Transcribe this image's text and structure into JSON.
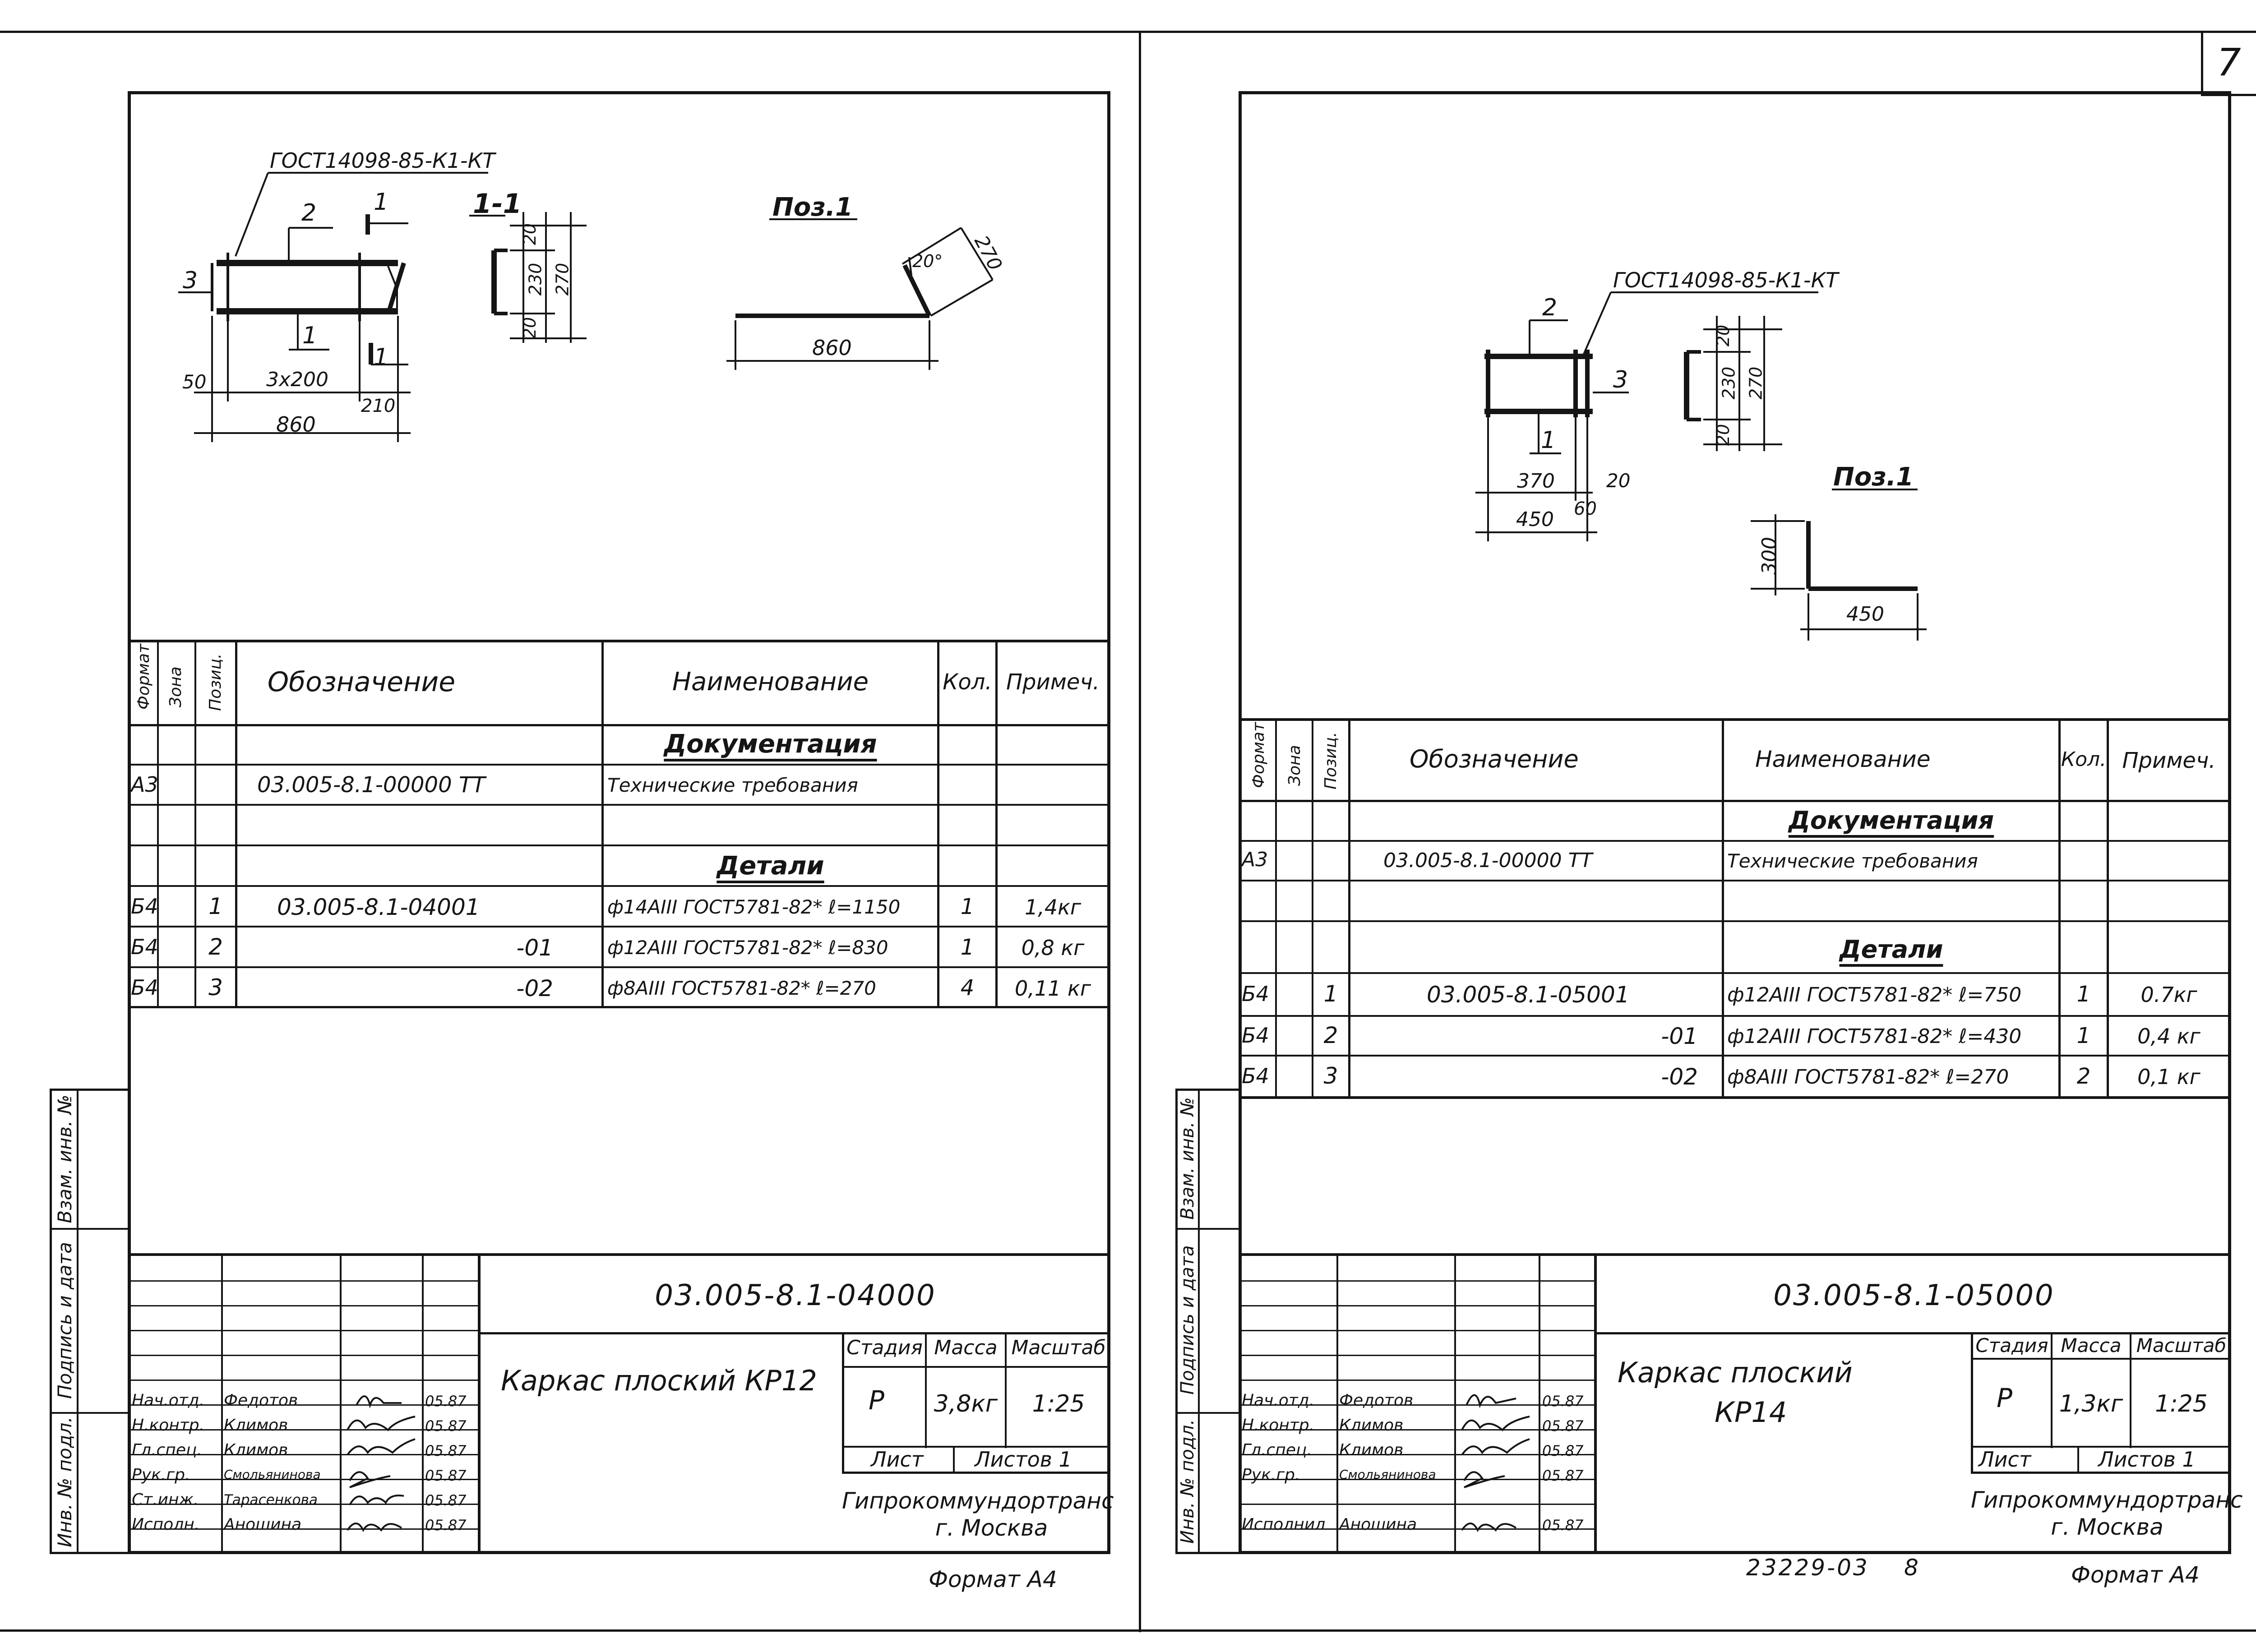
{
  "page_number": "7",
  "bottom_code": "23229-03",
  "bottom_num": "8",
  "sheets": [
    {
      "id": "kp12",
      "drawing": {
        "gost": "ГОСТ14098-85-К1-КТ",
        "section": "1-1",
        "pos_title": "Поз.1",
        "callouts": {
          "n2": "2",
          "n1a": "1",
          "n3": "3",
          "n1b": "1",
          "n1c": "1"
        },
        "dims": {
          "d50": "50",
          "d3x200": "3х200",
          "d210": "210",
          "d860": "860",
          "s20a": "20",
          "s230": "230",
          "s270": "270",
          "s20b": "20",
          "p20deg": "20°",
          "p270": "270",
          "p860": "860"
        }
      },
      "spec": {
        "headers": {
          "format": "Формат",
          "zone": "Зона",
          "pos": "Позиц.",
          "designation": "Обозначение",
          "name": "Наименование",
          "qty": "Кол.",
          "note": "Примеч."
        },
        "section_docs": "Документация",
        "section_parts": "Детали",
        "rows": [
          {
            "format": "А3",
            "pos": "",
            "designation": "03.005-8.1-00000 ТТ",
            "name": "Технические  требования",
            "qty": "",
            "note": ""
          },
          {
            "format": "Б4",
            "pos": "1",
            "designation": "03.005-8.1-04001",
            "name": "ф14АIII  ГОСТ5781-82* ℓ=1150",
            "qty": "1",
            "note": "1,4кг"
          },
          {
            "format": "Б4",
            "pos": "2",
            "designation": "-01",
            "name": "ф12АIII  ГОСТ5781-82* ℓ=830",
            "qty": "1",
            "note": "0,8 кг"
          },
          {
            "format": "Б4",
            "pos": "3",
            "designation": "-02",
            "name": "ф8АIII  ГОСТ5781-82* ℓ=270",
            "qty": "4",
            "note": "0,11 кг"
          }
        ]
      },
      "title_block": {
        "doc_code": "03.005-8.1-04000",
        "title": "Каркас плоский  КР12",
        "stage_label": "Стадия",
        "mass_label": "Масса",
        "scale_label": "Масштаб",
        "stage": "Р",
        "mass": "3,8кг",
        "scale": "1:25",
        "sheet_label": "Лист",
        "sheets_label": "Листов 1",
        "org": "Гипрокоммундортранс",
        "city": "г. Москва",
        "people": [
          {
            "role": "Нач.отд.",
            "name": "Федотов",
            "date": "05.87"
          },
          {
            "role": "Н.контр.",
            "name": "Климов",
            "date": "05.87"
          },
          {
            "role": "Гл.спец.",
            "name": "Климов",
            "date": "05.87"
          },
          {
            "role": "Рук.гр.",
            "name": "Смольянинова",
            "date": "05.87"
          },
          {
            "role": "Ст.инж.",
            "name": "Тарасенкова",
            "date": "05.87"
          },
          {
            "role": "Исполн.",
            "name": "Аношина",
            "date": "05.87"
          }
        ]
      },
      "side_labels": {
        "vzam": "Взам. инв. №",
        "podpis": "Подпись и дата",
        "inv": "Инв. № подл."
      },
      "format_label": "Формат А4"
    },
    {
      "id": "kp14",
      "drawing": {
        "gost": "ГОСТ14098-85-К1-КТ",
        "pos_title": "Поз.1",
        "callouts": {
          "n2": "2",
          "n3": "3",
          "n1": "1"
        },
        "dims": {
          "d370": "370",
          "d20": "20",
          "d450": "450",
          "d60": "60",
          "s20a": "20",
          "s230": "230",
          "s270": "270",
          "s20b": "20",
          "p300": "300",
          "p450": "450"
        }
      },
      "spec": {
        "headers": {
          "format": "Формат",
          "zone": "Зона",
          "pos": "Позиц.",
          "designation": "Обозначение",
          "name": "Наименование",
          "qty": "Кол.",
          "note": "Примеч."
        },
        "section_docs": "Документация",
        "section_parts": "Детали",
        "rows": [
          {
            "format": "А3",
            "pos": "",
            "designation": "03.005-8.1-00000 ТТ",
            "name": "Технические требования",
            "qty": "",
            "note": ""
          },
          {
            "format": "Б4",
            "pos": "1",
            "designation": "03.005-8.1-05001",
            "name": "ф12АIII  ГОСТ5781-82* ℓ=750",
            "qty": "1",
            "note": "0.7кг"
          },
          {
            "format": "Б4",
            "pos": "2",
            "designation": "-01",
            "name": "ф12АIII  ГОСТ5781-82* ℓ=430",
            "qty": "1",
            "note": "0,4 кг"
          },
          {
            "format": "Б4",
            "pos": "3",
            "designation": "-02",
            "name": "ф8АIII  ГОСТ5781-82* ℓ=270",
            "qty": "2",
            "note": "0,1 кг"
          }
        ]
      },
      "title_block": {
        "doc_code": "03.005-8.1-05000",
        "title_line1": "Каркас   плоский",
        "title_line2": "КР14",
        "stage_label": "Стадия",
        "mass_label": "Масса",
        "scale_label": "Масштаб",
        "stage": "Р",
        "mass": "1,3кг",
        "scale": "1:25",
        "sheet_label": "Лист",
        "sheets_label": "Листов 1",
        "org": "Гипрокоммундортранс",
        "city": "г. Москва",
        "people": [
          {
            "role": "Нач.отд.",
            "name": "Федотов",
            "date": "05.87"
          },
          {
            "role": "Н.контр.",
            "name": "Климов",
            "date": "05.87"
          },
          {
            "role": "Гл.спец.",
            "name": "Климов",
            "date": "05.87"
          },
          {
            "role": "Рук.гр.",
            "name": "Смольянинова",
            "date": "05.87"
          },
          {
            "role": "",
            "name": "",
            "date": ""
          },
          {
            "role": "Исполнил",
            "name": "Аношина",
            "date": "05.87"
          }
        ]
      },
      "side_labels": {
        "vzam": "Взам. инв. №",
        "podpis": "Подпись и дата",
        "inv": "Инв. № подл."
      },
      "format_label": "Формат А4"
    }
  ]
}
